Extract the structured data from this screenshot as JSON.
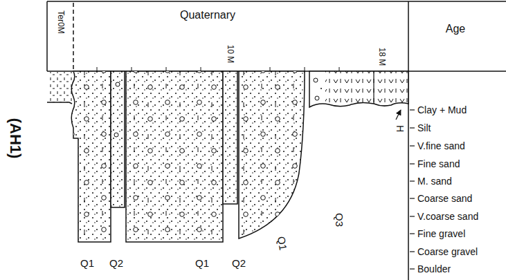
{
  "diagram": {
    "labels": [
      "(AH1)",
      "Ter0M",
      "Quaternary",
      "10 M",
      "18 M",
      "Age",
      "Clay + Mud",
      "Silt",
      "V.fine sand",
      "Fine sand",
      "M. sand",
      "Coarse sand",
      "V.coarse sand",
      "Fine gravel",
      "Coarse gravel",
      "Boulder",
      "Q1",
      "Q2",
      "Q1",
      "Q2",
      "Q1",
      "Q3",
      "H"
    ]
  }
}
